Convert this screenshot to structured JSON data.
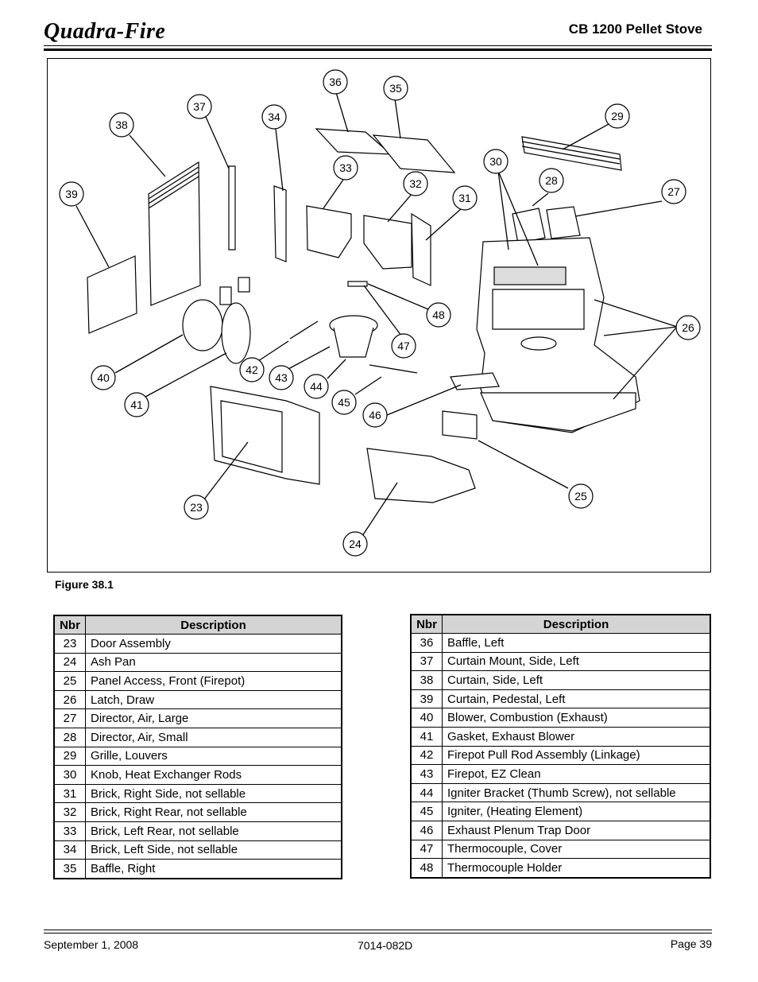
{
  "header": {
    "logo": "Quadra-Fire",
    "title": "CB 1200 Pellet Stove"
  },
  "figure": {
    "caption": "Figure 38.1",
    "callouts": [
      "36",
      "35",
      "37",
      "34",
      "38",
      "29",
      "33",
      "32",
      "30",
      "28",
      "27",
      "39",
      "31",
      "48",
      "26",
      "47",
      "42",
      "40",
      "43",
      "44",
      "45",
      "41",
      "46",
      "25",
      "23",
      "24"
    ]
  },
  "tables": {
    "header_nbr": "Nbr",
    "header_desc": "Description",
    "left": [
      {
        "nbr": "23",
        "desc": "Door Assembly"
      },
      {
        "nbr": "24",
        "desc": "Ash Pan"
      },
      {
        "nbr": "25",
        "desc": "Panel Access, Front (Firepot)"
      },
      {
        "nbr": "26",
        "desc": "Latch, Draw"
      },
      {
        "nbr": "27",
        "desc": "Director, Air, Large"
      },
      {
        "nbr": "28",
        "desc": "Director, Air, Small"
      },
      {
        "nbr": "29",
        "desc": "Grille, Louvers"
      },
      {
        "nbr": "30",
        "desc": "Knob, Heat Exchanger Rods"
      },
      {
        "nbr": "31",
        "desc": "Brick, Right Side, not sellable"
      },
      {
        "nbr": "32",
        "desc": "Brick, Right Rear, not sellable"
      },
      {
        "nbr": "33",
        "desc": "Brick, Left Rear, not sellable"
      },
      {
        "nbr": "34",
        "desc": "Brick, Left Side, not sellable"
      },
      {
        "nbr": "35",
        "desc": "Baffle, Right"
      }
    ],
    "right": [
      {
        "nbr": "36",
        "desc": "Baffle, Left"
      },
      {
        "nbr": "37",
        "desc": "Curtain Mount, Side, Left"
      },
      {
        "nbr": "38",
        "desc": "Curtain, Side, Left"
      },
      {
        "nbr": "39",
        "desc": "Curtain, Pedestal, Left"
      },
      {
        "nbr": "40",
        "desc": "Blower, Combustion (Exhaust)"
      },
      {
        "nbr": "41",
        "desc": "Gasket, Exhaust Blower"
      },
      {
        "nbr": "42",
        "desc": "Firepot Pull Rod Assembly (Linkage)"
      },
      {
        "nbr": "43",
        "desc": "Firepot, EZ Clean"
      },
      {
        "nbr": "44",
        "desc": "Igniter Bracket (Thumb Screw), not sellable"
      },
      {
        "nbr": "45",
        "desc": "Igniter, (Heating Element)"
      },
      {
        "nbr": "46",
        "desc": "Exhaust Plenum Trap Door"
      },
      {
        "nbr": "47",
        "desc": "Thermocouple, Cover"
      },
      {
        "nbr": "48",
        "desc": "Thermocouple Holder"
      }
    ]
  },
  "footer": {
    "date": "September 1, 2008",
    "doc_number": "7014-082D",
    "page": "Page  39"
  }
}
